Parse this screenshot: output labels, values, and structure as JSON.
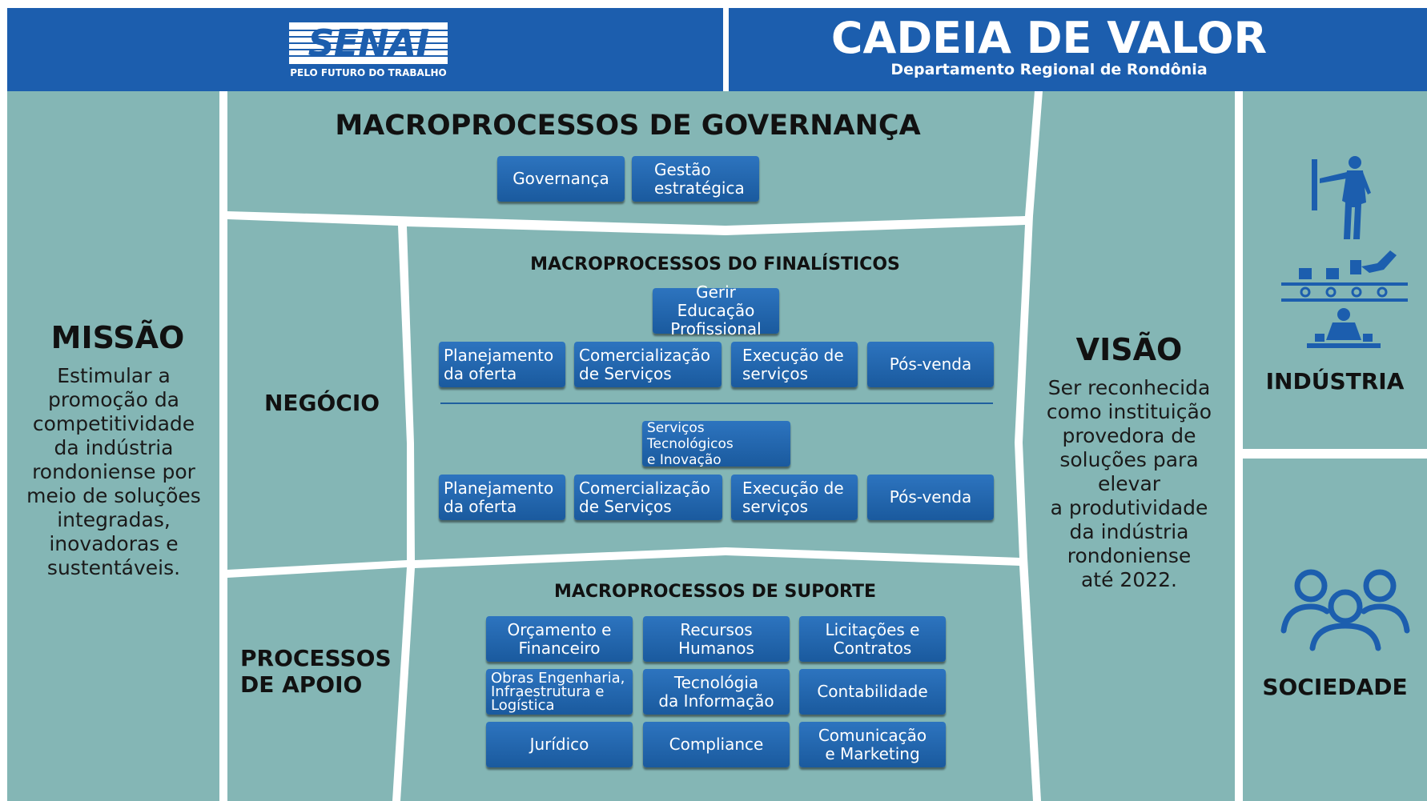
{
  "header": {
    "logo_text": "SENAI",
    "logo_tagline": "PELO FUTURO DO TRABALHO",
    "title": "CADEIA DE VALOR",
    "subtitle": "Departamento Regional de Rondônia"
  },
  "missao": {
    "title": "MISSÃO",
    "text": "Estimular a\npromoção da\ncompetitividade\nda indústria\nrondoniense por\nmeio de soluções\nintegradas,\ninovadoras e\nsustentáveis."
  },
  "visao": {
    "title": "VISÃO",
    "text": "Ser reconhecida\ncomo instituição\nprovedora de\nsoluções para elevar\na produtividade\nda indústria\nrondoniense\naté 2022."
  },
  "governanca": {
    "title": "MACROPROCESSOS DE GOVERNANÇA",
    "boxes": [
      "Governança",
      "Gestão\nestratégica"
    ]
  },
  "negocio": {
    "label": "NEGÓCIO",
    "title": "MACROPROCESSOS DO FINALÍSTICOS",
    "group1": {
      "head": "Gerir Educação\nProfissional",
      "items": [
        "Planejamento\nda oferta",
        "Comercialização\nde Serviços",
        "Execução de\nserviços",
        "Pós-venda"
      ]
    },
    "group2": {
      "head": "Serviços Tecnológicos\ne Inovação",
      "items": [
        "Planejamento\nda oferta",
        "Comercialização\nde Serviços",
        "Execução de\nserviços",
        "Pós-venda"
      ]
    }
  },
  "apoio": {
    "label": "PROCESSOS\nDE APOIO",
    "title": "MACROPROCESSOS DE SUPORTE",
    "boxes": [
      "Orçamento e\nFinanceiro",
      "Recursos\nHumanos",
      "Licitações e\nContratos",
      "Obras Engenharia,\nInfraestrutura e\nLogística",
      "Tecnológia\nda Informação",
      "Contabilidade",
      "Jurídico",
      "Compliance",
      "Comunicação\ne Marketing"
    ]
  },
  "right": {
    "industria": "INDÚSTRIA",
    "sociedade": "SOCIEDADE",
    "icons": [
      "worker-icon",
      "conveyor-robot-icon",
      "assembly-worker-icon",
      "people-group-icon"
    ]
  },
  "colors": {
    "header_blue": "#1c5eae",
    "panel_teal": "#84b6b5",
    "box_blue": "#2468b3",
    "icon_blue": "#1c5eae"
  }
}
